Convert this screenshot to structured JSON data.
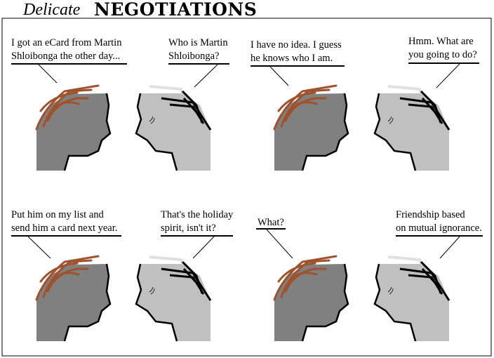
{
  "title": {
    "prefix": "Delicate",
    "main": "NEGOTIATIONS"
  },
  "colors": {
    "left_head": "#808080",
    "right_head": "#c0c0c0",
    "brown_hair": "#a0522d",
    "gray_hair": "#e0e0e0"
  },
  "panels": [
    {
      "lines": [
        "I got an eCard from Martin",
        "Shloibonga the other day..."
      ]
    },
    {
      "lines": [
        "Who is Martin",
        "Shloibonga?"
      ]
    },
    {
      "lines": [
        "I have no idea. I guess",
        "he knows who I am."
      ]
    },
    {
      "lines": [
        "Hmm. What are",
        "you going to do?"
      ]
    },
    {
      "lines": [
        "Put him on my list and",
        "send him a card next year."
      ]
    },
    {
      "lines": [
        "That's the holiday",
        "spirit, isn't it?"
      ]
    },
    {
      "lines": [
        "What?"
      ]
    },
    {
      "lines": [
        "Friendship based",
        "on mutual ignorance."
      ]
    }
  ]
}
